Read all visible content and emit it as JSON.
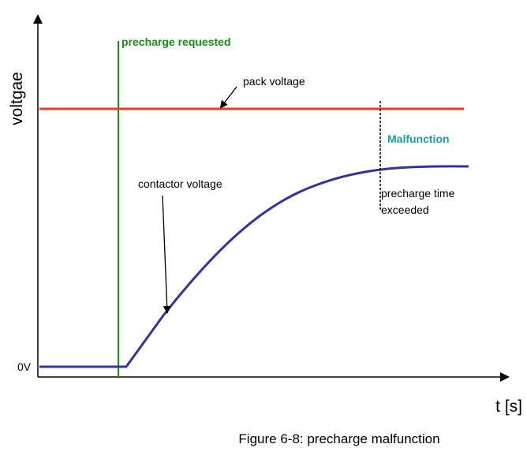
{
  "diagram": {
    "y_axis_label": "voltgae",
    "x_axis_label": "t [s]",
    "zero_label": "0V",
    "caption": "Figure 6-8: precharge malfunction",
    "annotations": {
      "precharge_requested": "precharge requested",
      "pack_voltage": "pack voltage",
      "contactor_voltage": "contactor voltage",
      "malfunction": "Malfunction",
      "precharge_time_line1": "precharge time",
      "precharge_time_line2": "exceeded"
    },
    "colors": {
      "axis": "#000000",
      "precharge_requested": "#1a8c1a",
      "pack_voltage": "#e8401c",
      "contactor_voltage": "#333399",
      "malfunction": "#1f9c9c",
      "text": "#000000"
    }
  }
}
